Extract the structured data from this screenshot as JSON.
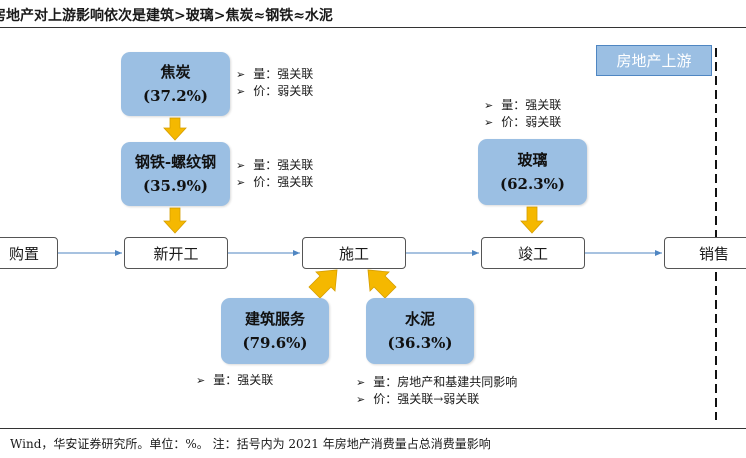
{
  "title": "房地产对上游影响依次是建筑>玻璃>焦炭≈钢铁≈水泥",
  "upstream_label": "房地产上游",
  "stages": [
    "购置",
    "新开工",
    "施工",
    "竣工",
    "销售"
  ],
  "boxes": {
    "coke": {
      "name": "焦炭",
      "share": "(37.2%)"
    },
    "steel": {
      "name": "钢铁-螺纹钢",
      "share": "(35.9%)"
    },
    "glass": {
      "name": "玻璃",
      "share": "(62.3%)"
    },
    "build": {
      "name": "建筑服务",
      "share": "(79.6%)"
    },
    "cement": {
      "name": "水泥",
      "share": "(36.3%)"
    }
  },
  "notes": {
    "coke": [
      "量：强关联",
      "价：弱关联"
    ],
    "steel": [
      "量：强关联",
      "价：强关联"
    ],
    "glass": [
      "量：强关联",
      "价：弱关联"
    ],
    "build": [
      "量：强关联"
    ],
    "cement": [
      "量：房地产和基建共同影响",
      "价：强关联→弱关联"
    ]
  },
  "source": "Wind，华安证券研究所。单位：%。  注：括号内为 2021 年房地产消费量占总消费量影响",
  "colors": {
    "box": "#9bbfe3",
    "arrow": "#f5b800",
    "line": "#4f86c2"
  }
}
